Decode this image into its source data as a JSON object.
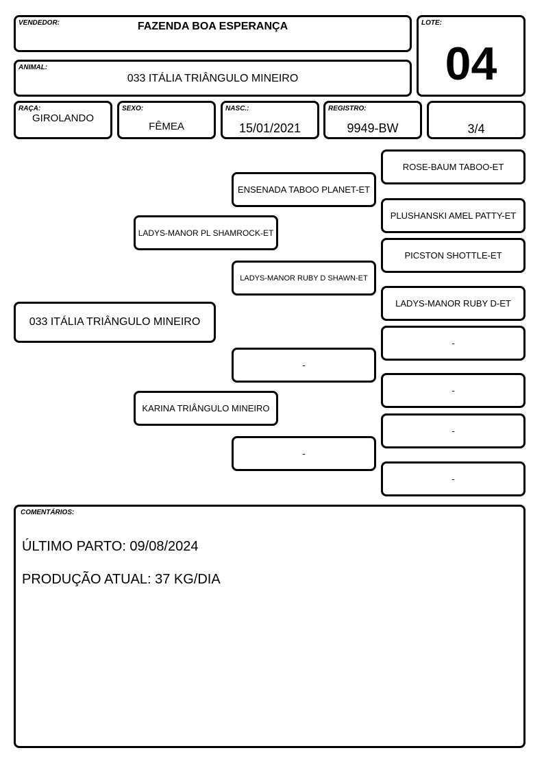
{
  "header": {
    "vendedor": {
      "label": "VENDEDOR:",
      "value": "FAZENDA BOA ESPERANÇA"
    },
    "lote": {
      "label": "LOTE:",
      "value": "04"
    },
    "animal": {
      "label": "ANIMAL:",
      "value": "033 ITÁLIA TRIÂNGULO MINEIRO"
    }
  },
  "details": {
    "raca": {
      "label": "RAÇA:",
      "value": "GIROLANDO"
    },
    "sexo": {
      "label": "SEXO:",
      "value": "FÊMEA"
    },
    "nasc": {
      "label": "NASC.:",
      "value": "15/01/2021"
    },
    "registro": {
      "label": "REGISTRO:",
      "value": "9949-BW"
    },
    "grau": {
      "value": "3/4"
    }
  },
  "pedigree": {
    "animal": "033 ITÁLIA TRIÂNGULO MINEIRO",
    "sire": "LADYS-MANOR PL SHAMROCK-ET",
    "dam": "KARINA TRIÂNGULO MINEIRO",
    "sire_sire": "ENSENADA TABOO PLANET-ET",
    "sire_dam": "LADYS-MANOR RUBY D SHAWN-ET",
    "dam_sire": "-",
    "dam_dam": "-",
    "ggp": [
      "ROSE-BAUM TABOO-ET",
      "PLUSHANSKI AMEL PATTY-ET",
      "PICSTON SHOTTLE-ET",
      "LADYS-MANOR RUBY D-ET",
      "-",
      "-",
      "-",
      "-"
    ]
  },
  "comments": {
    "label": "COMENTÁRIOS:",
    "lines": [
      "ÚLTIMO PARTO: 09/08/2024",
      "PRODUÇÃO ATUAL: 37 KG/DIA"
    ]
  }
}
